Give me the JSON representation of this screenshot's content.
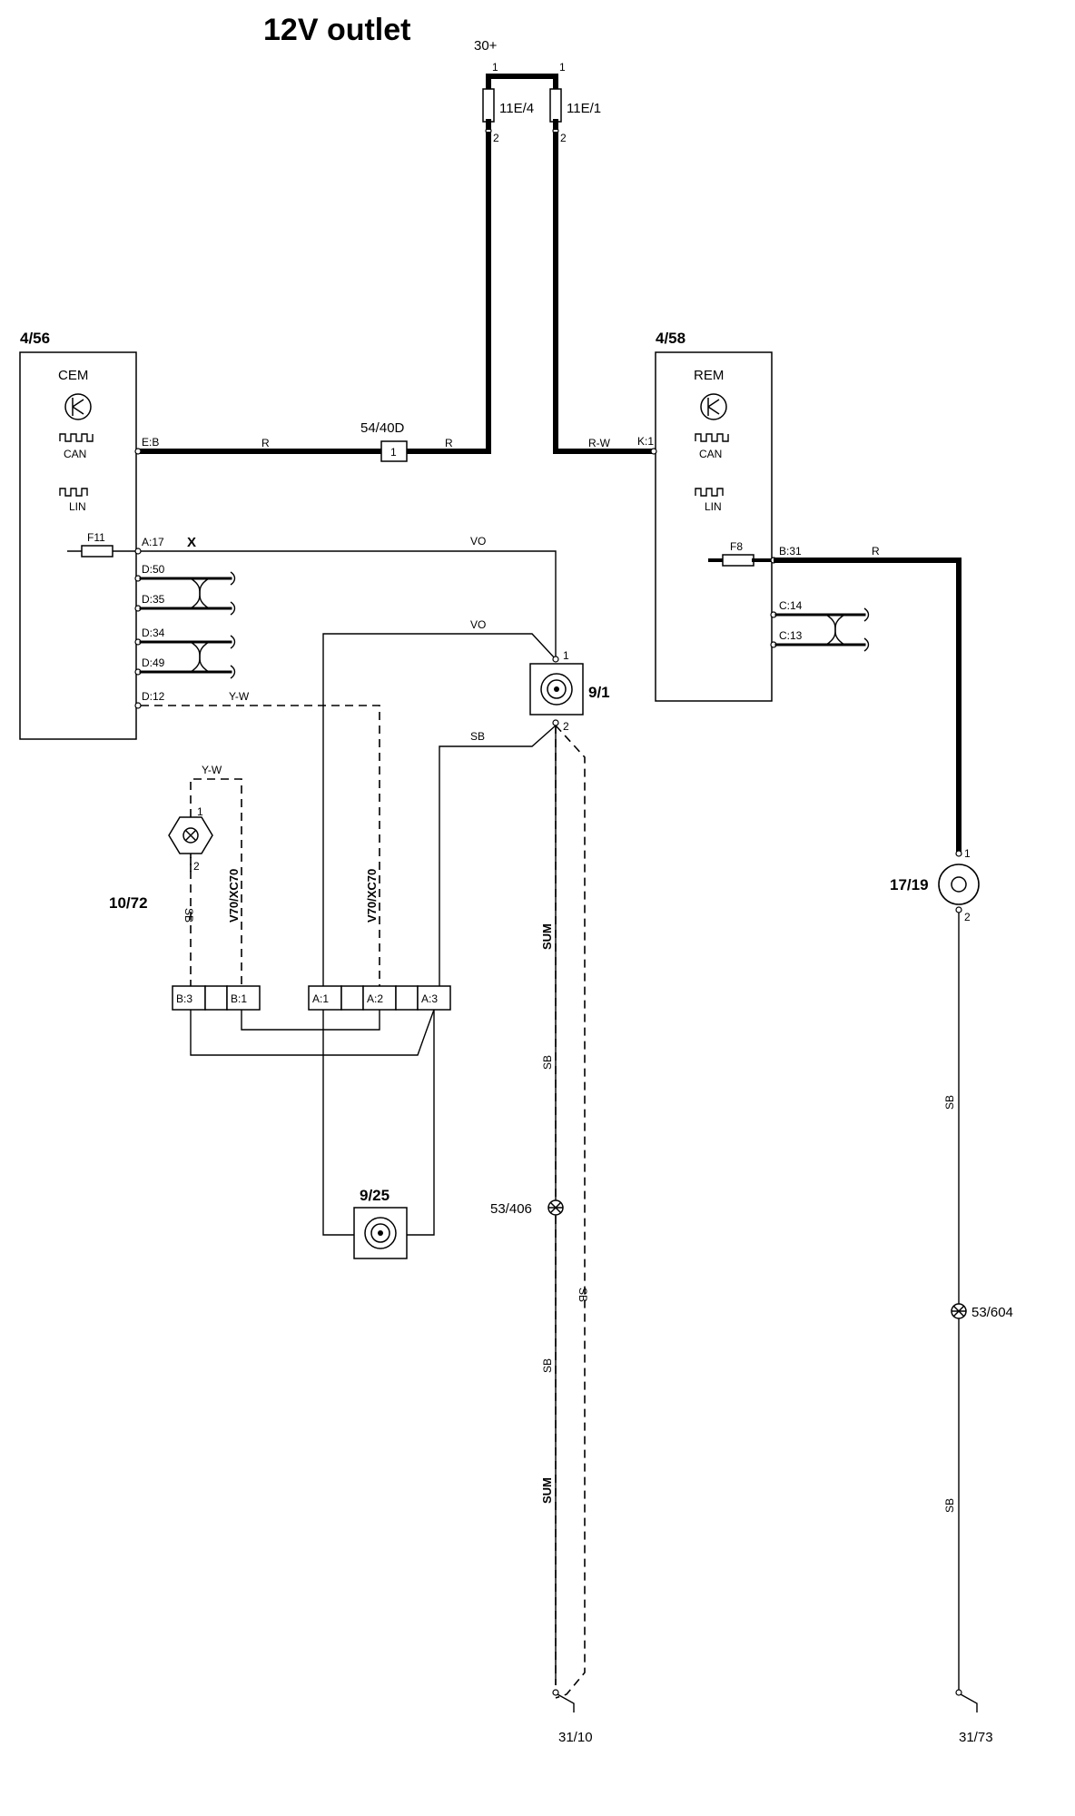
{
  "title": "12V outlet",
  "supply": {
    "label": "30+",
    "fuses": [
      {
        "id": "11E/4",
        "pin_top": "1",
        "pin_bottom": "2"
      },
      {
        "id": "11E/1",
        "pin_top": "1",
        "pin_bottom": "2"
      }
    ]
  },
  "cem": {
    "ref": "4/56",
    "name": "CEM",
    "bus_can": "CAN",
    "bus_lin": "LIN",
    "fuse": "F11",
    "pins": {
      "eb": "E:B",
      "a17": "A:17",
      "d50": "D:50",
      "d35": "D:35",
      "d34": "D:34",
      "d49": "D:49",
      "d12": "D:12"
    }
  },
  "rem": {
    "ref": "4/58",
    "name": "REM",
    "bus_can": "CAN",
    "bus_lin": "LIN",
    "fuse": "F8",
    "pins": {
      "k1": "K:1",
      "b31": "B:31",
      "c14": "C:14",
      "c13": "C:13"
    }
  },
  "splice": {
    "ref": "54/40D",
    "pin": "1"
  },
  "outlet_front": {
    "ref": "9/1",
    "pin1": "1",
    "pin2": "2"
  },
  "outlet_rear": {
    "ref": "9/25"
  },
  "lamp": {
    "ref": "10/72",
    "pin1": "1",
    "pin2": "2"
  },
  "outlet_cargo": {
    "ref": "17/19",
    "pin1": "1",
    "pin2": "2"
  },
  "connector": {
    "pins": [
      "B:3",
      "B:1",
      "A:1",
      "A:2",
      "A:3"
    ]
  },
  "grounds": {
    "splice_a": "53/406",
    "splice_b": "53/604",
    "ground_a": "31/10",
    "ground_b": "31/73"
  },
  "wires": {
    "r": "R",
    "rw": "R-W",
    "vo": "VO",
    "yw": "Y-W",
    "sb": "SB",
    "sum": "SUM",
    "variant": "V70/XC70",
    "x_mark": "X"
  }
}
